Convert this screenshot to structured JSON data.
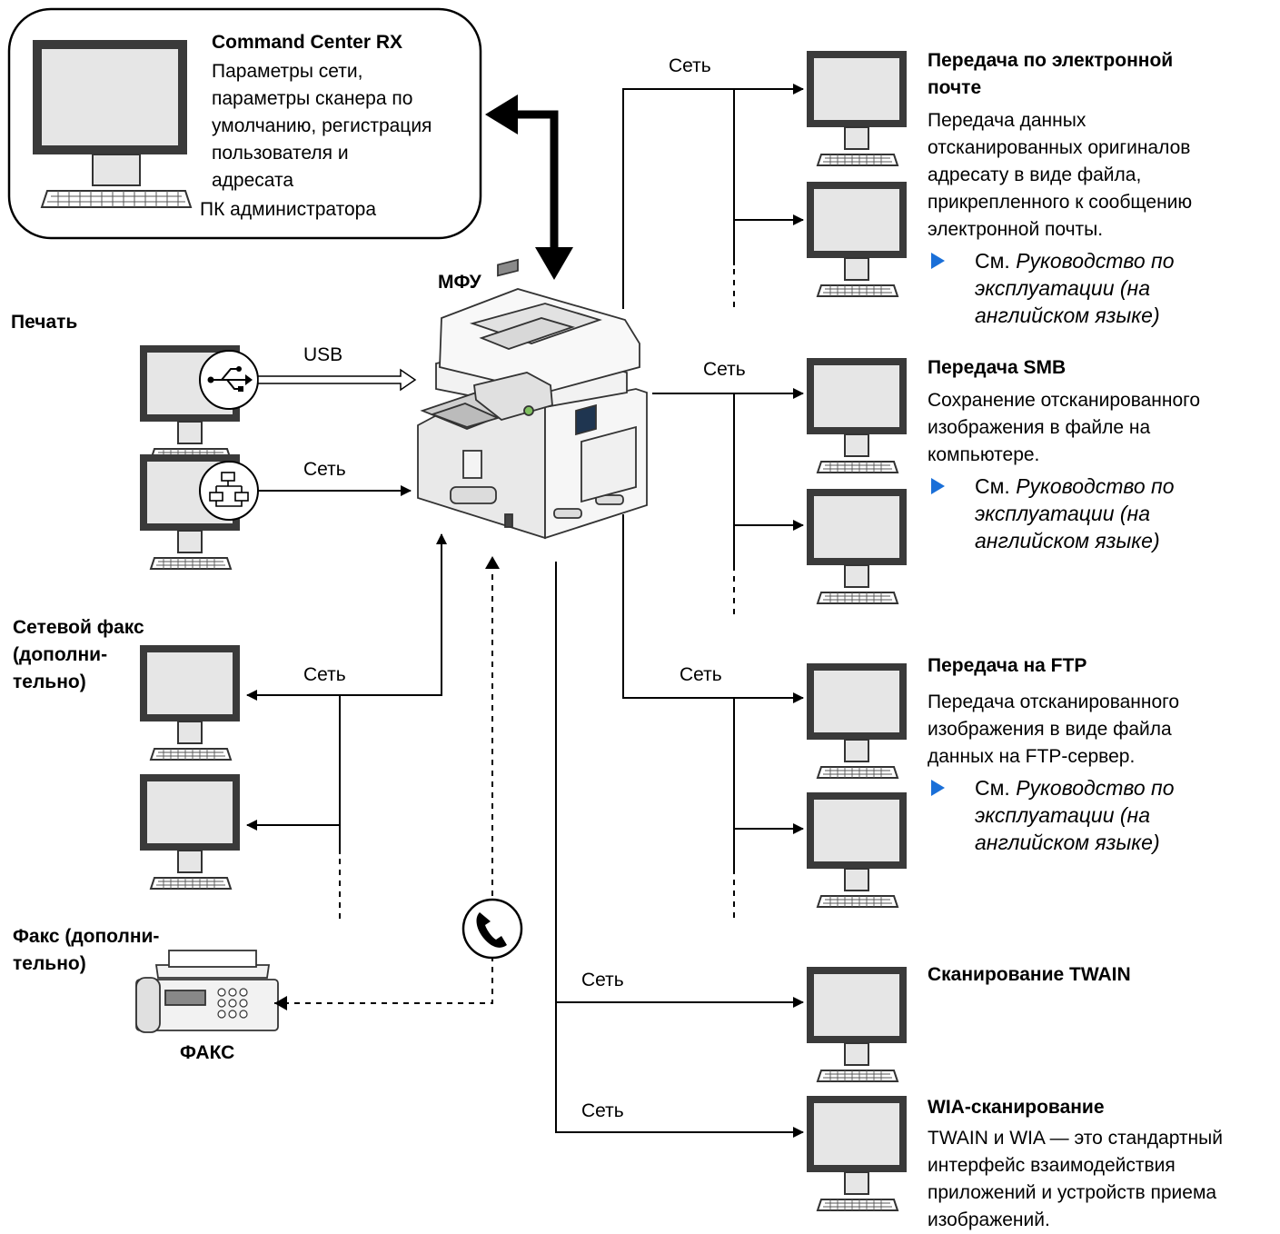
{
  "admin": {
    "title": "Command Center RX",
    "desc": [
      "Параметры сети,",
      "параметры сканера по",
      "умолчанию, регистрация",
      "пользователя и",
      "адресата"
    ],
    "pc_label": "ПК администратора"
  },
  "mfp_label": "МФУ",
  "print": {
    "title": "Печать",
    "usb_label": "USB",
    "net_label": "Сеть"
  },
  "net_fax": {
    "title": [
      "Сетевой факс",
      "(дополни-",
      "тельно)"
    ],
    "net_label": "Сеть"
  },
  "fax": {
    "title": [
      "Факс (дополни-",
      "тельно)"
    ],
    "device_label": "ФАКС"
  },
  "email": {
    "net_label": "Сеть",
    "title": [
      "Передача по электронной",
      "почте"
    ],
    "desc": [
      "Передача данных",
      "отсканированных оригиналов",
      "адресату в виде файла,",
      "прикрепленного к сообщению",
      "электронной почты."
    ],
    "ref_prefix": "См. ",
    "ref": [
      "Руководство по",
      "эксплуатации (на",
      "английском языке)"
    ]
  },
  "smb": {
    "net_label": "Сеть",
    "title": "Передача SMB",
    "desc": [
      "Сохранение отсканированного",
      "изображения в файле на",
      "компьютере."
    ],
    "ref_prefix": "См. ",
    "ref": [
      "Руководство по",
      "эксплуатации (на",
      "английском языке)"
    ]
  },
  "ftp": {
    "net_label": "Сеть",
    "title": "Передача на FTP",
    "desc": [
      "Передача отсканированного",
      "изображения в виде файла",
      "данных на FTP-сервер."
    ],
    "ref_prefix": "См. ",
    "ref": [
      "Руководство по",
      "эксплуатации (на",
      "английском языке)"
    ]
  },
  "twain": {
    "net_label": "Сеть",
    "title": "Сканирование TWAIN"
  },
  "wia": {
    "net_label": "Сеть",
    "title": "WIA-сканирование",
    "desc": [
      "TWAIN и WIA — это стандартный",
      "интерфейс взаимодействия",
      "приложений и устройств приема",
      "изображений."
    ]
  },
  "colors": {
    "line": "#000000",
    "screen": "#e6e6e6",
    "monitor": "#3a3a3a",
    "ref_marker": "#1a6fd8"
  },
  "icons": [
    "pc-icon",
    "usb-icon",
    "network-icon",
    "phone-icon",
    "fax-machine-icon",
    "mfp-icon"
  ]
}
